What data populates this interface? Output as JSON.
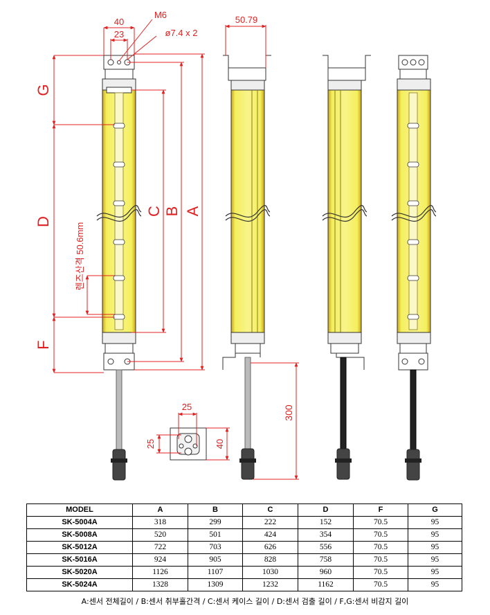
{
  "dimensions": {
    "w40": "40",
    "m6": "M6",
    "w23": "23",
    "hole": "ø7.4 x 2",
    "w5079": "50.79",
    "G": "G",
    "D": "D",
    "F": "F",
    "C": "C",
    "B": "B",
    "A": "A",
    "lens_pitch": "렌즈산격 50.6mm",
    "bracket_w": "25",
    "bracket_h1": "25",
    "bracket_h2": "40",
    "cable": "300"
  },
  "table": {
    "headers": [
      "MODEL",
      "A",
      "B",
      "C",
      "D",
      "F",
      "G"
    ],
    "rows": [
      [
        "SK-5004A",
        "318",
        "299",
        "222",
        "152",
        "70.5",
        "95"
      ],
      [
        "SK-5008A",
        "520",
        "501",
        "424",
        "354",
        "70.5",
        "95"
      ],
      [
        "SK-5012A",
        "722",
        "703",
        "626",
        "556",
        "70.5",
        "95"
      ],
      [
        "SK-5016A",
        "924",
        "905",
        "828",
        "758",
        "70.5",
        "95"
      ],
      [
        "SK-5020A",
        "1126",
        "1107",
        "1030",
        "960",
        "70.5",
        "95"
      ],
      [
        "SK-5024A",
        "1328",
        "1309",
        "1232",
        "1162",
        "70.5",
        "95"
      ]
    ]
  },
  "legend": "A:센서 전체길이 / B:센서 취부홀간격 / C:센서 케이스 길이 / D:센서 검출 길이 / F,G:센서 비감지 길이",
  "colors": {
    "dimension": "#e02020",
    "sensor_body": "#f2ee5a",
    "sensor_edge": "#c9a51c",
    "outline": "#333333"
  }
}
